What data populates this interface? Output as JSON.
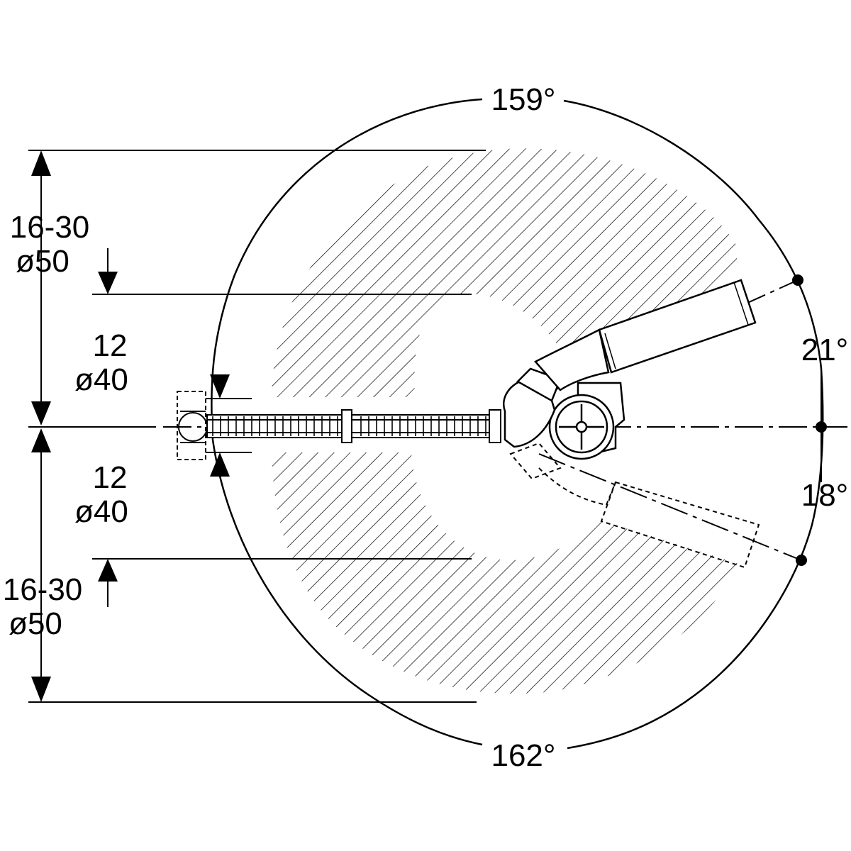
{
  "angles": {
    "top": "159°",
    "bottom": "162°",
    "upper_right": "21°",
    "lower_right": "18°"
  },
  "dimensions": {
    "upper_outer_range": "16-30",
    "upper_outer_diameter": "ø50",
    "upper_inner_value": "12",
    "upper_inner_diameter": "ø40",
    "lower_inner_value": "12",
    "lower_inner_diameter": "ø40",
    "lower_outer_range": "16-30",
    "lower_outer_diameter": "ø50"
  },
  "colors": {
    "line": "#000000",
    "background": "#ffffff"
  }
}
